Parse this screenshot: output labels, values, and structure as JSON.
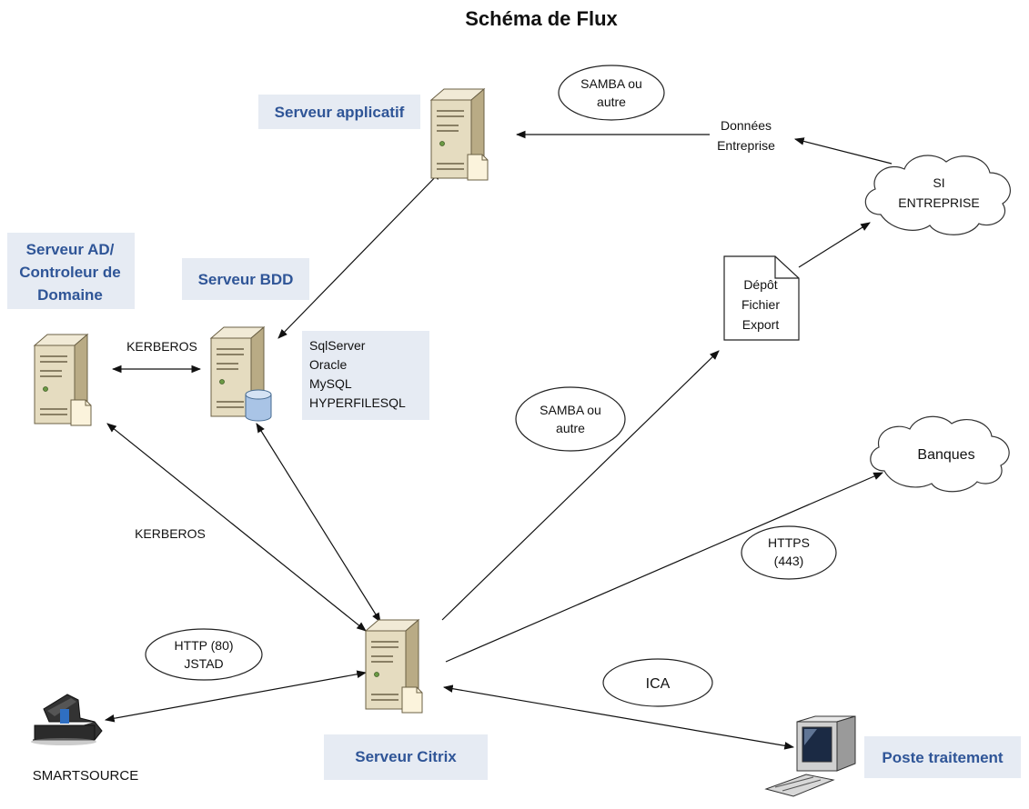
{
  "title": "Schéma de Flux",
  "nodes": {
    "app_server": "Serveur applicatif",
    "ad_server": [
      "Serveur AD/",
      "Controleur de",
      "Domaine"
    ],
    "bdd_server": "Serveur BDD",
    "citrix_server": "Serveur Citrix",
    "workstation": "Poste traitement",
    "scanner": "SMARTSOURCE",
    "si_cloud": [
      "SI",
      "ENTREPRISE"
    ],
    "banks_cloud": "Banques",
    "export_file": [
      "Dépôt",
      "Fichier",
      "Export"
    ]
  },
  "databases": [
    "SqlServer",
    "Oracle",
    "MySQL",
    "HYPERFILESQL"
  ],
  "protocols": {
    "samba_top": [
      "SAMBA ou",
      "autre"
    ],
    "samba_mid": [
      "SAMBA ou",
      "autre"
    ],
    "https": [
      "HTTPS",
      "(443)"
    ],
    "http": [
      "HTTP (80)",
      "JSTAD"
    ],
    "ica": "ICA",
    "kerberos_top": "KERBEROS",
    "kerberos_left": "KERBEROS"
  },
  "data_label": [
    "Données",
    "Entreprise"
  ],
  "icons": [
    "server-icon",
    "database-icon",
    "document-icon",
    "cloud-icon",
    "computer-icon",
    "check-scanner-icon"
  ]
}
